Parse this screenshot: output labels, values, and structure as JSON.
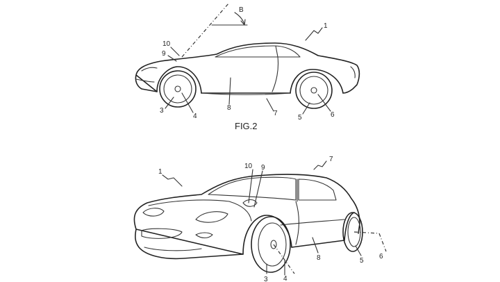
{
  "figure_caption": "FIG.2",
  "angle_label": "B",
  "side_view": {
    "ref_vehicle": "1",
    "ref_front_wheel": "3",
    "ref_front_axis": "4",
    "ref_rear_wheel": "5",
    "ref_rear_axis": "6",
    "ref_roof": "7",
    "ref_body": "8",
    "ref_sensor": "9",
    "ref_sensor_top": "10"
  },
  "perspective_view": {
    "ref_vehicle": "1",
    "ref_front_wheel": "3",
    "ref_front_axis": "4",
    "ref_rear_wheel": "5",
    "ref_rear_axis": "6",
    "ref_roof": "7",
    "ref_body": "8",
    "ref_sensor": "9",
    "ref_sensor_top": "10"
  }
}
